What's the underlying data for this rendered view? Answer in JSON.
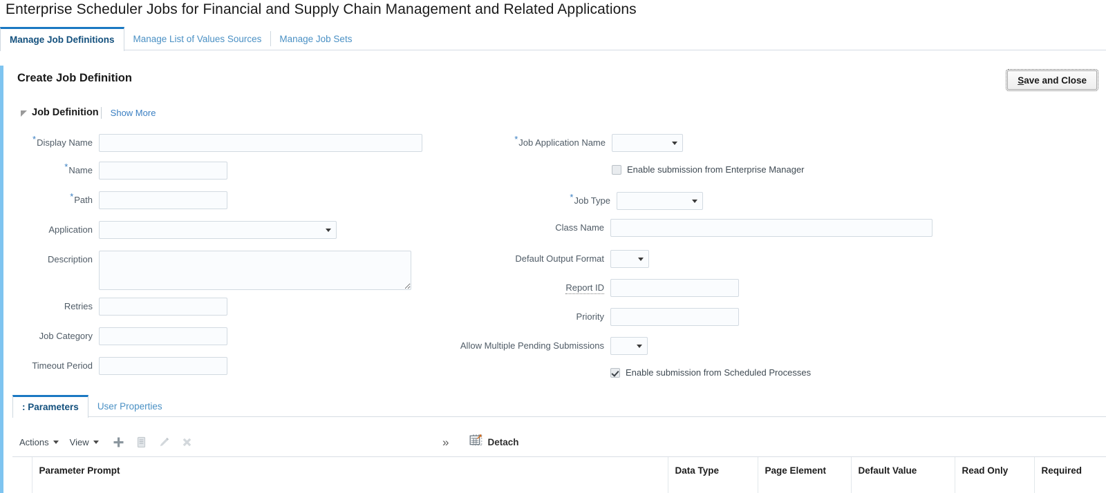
{
  "page": {
    "title": "Enterprise Scheduler Jobs for Financial and Supply Chain Management and Related Applications"
  },
  "tabs": [
    {
      "label": "Manage Job Definitions",
      "active": true
    },
    {
      "label": "Manage List of Values Sources",
      "active": false
    },
    {
      "label": "Manage Job Sets",
      "active": false
    }
  ],
  "header": {
    "section_title": "Create Job Definition",
    "save_button": {
      "accesskey": "S",
      "rest": "ave and Close",
      "label": "Save and Close"
    }
  },
  "disclosure": {
    "label": "Job Definition",
    "show_more": "Show More"
  },
  "form": {
    "left": {
      "display_name": {
        "label": "Display Name",
        "required": true,
        "value": ""
      },
      "name": {
        "label": "Name",
        "required": true,
        "value": ""
      },
      "path": {
        "label": "Path",
        "required": true,
        "value": ""
      },
      "application": {
        "label": "Application",
        "required": false,
        "value": ""
      },
      "description": {
        "label": "Description",
        "required": false,
        "value": ""
      },
      "retries": {
        "label": "Retries",
        "required": false,
        "value": ""
      },
      "job_category": {
        "label": "Job Category",
        "required": false,
        "value": ""
      },
      "timeout_period": {
        "label": "Timeout Period",
        "required": false,
        "value": ""
      }
    },
    "right": {
      "job_application_name": {
        "label": "Job Application Name",
        "required": true,
        "value": ""
      },
      "enable_em": {
        "label": "Enable submission from Enterprise Manager",
        "checked": false
      },
      "job_type": {
        "label": "Job Type",
        "required": true,
        "value": ""
      },
      "class_name": {
        "label": "Class Name",
        "required": false,
        "value": ""
      },
      "default_output_format": {
        "label": "Default Output Format",
        "required": false,
        "value": ""
      },
      "report_id": {
        "label": "Report ID",
        "required": false,
        "value": "",
        "has_help": true
      },
      "priority": {
        "label": "Priority",
        "required": false,
        "value": ""
      },
      "allow_multiple": {
        "label": "Allow Multiple Pending Submissions",
        "required": false,
        "value": ""
      },
      "enable_scheduled": {
        "label": "Enable submission from Scheduled Processes",
        "checked": true
      }
    }
  },
  "subtabs": [
    {
      "label": ": Parameters",
      "active": true
    },
    {
      "label": "User Properties",
      "active": false
    }
  ],
  "toolbar": {
    "actions": "Actions",
    "view": "View",
    "add_icon": "add-icon",
    "duplicate_icon": "duplicate-icon",
    "edit_icon": "edit-icon",
    "delete_icon": "delete-icon",
    "expand_chevron": "»",
    "detach": "Detach"
  },
  "table": {
    "columns": [
      "Parameter Prompt",
      "Data Type",
      "Page Element",
      "Default Value",
      "Read Only",
      "Required"
    ],
    "rows": []
  },
  "colors": {
    "accent_blue": "#1a78c2",
    "left_bar_blue": "#7ec4f0",
    "link_blue": "#3a7fc2",
    "active_tab_text": "#13507d",
    "required_star": "#3a7fc2",
    "field_bg": "#fafcfe",
    "field_border": "#d2dae1"
  }
}
